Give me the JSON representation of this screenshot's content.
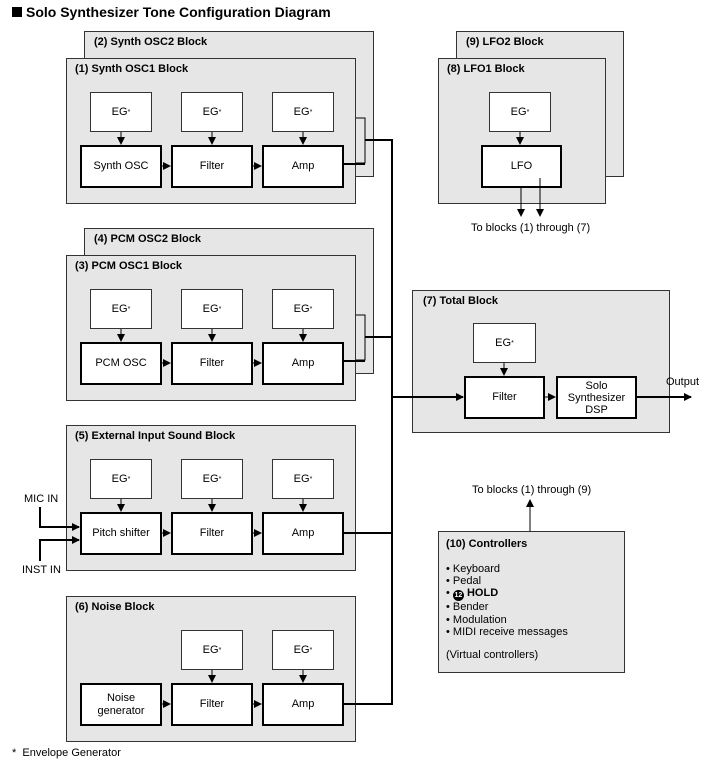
{
  "title": "Solo Synthesizer Tone Configuration Diagram",
  "eg_label": "EG",
  "eg_mark": "*",
  "blocks": {
    "synth_osc2": {
      "title": "(2) Synth OSC2 Block"
    },
    "synth_osc1": {
      "title": "(1) Synth OSC1 Block",
      "source": "Synth OSC",
      "filter": "Filter",
      "amp": "Amp"
    },
    "pcm_osc2": {
      "title": "(4) PCM OSC2 Block"
    },
    "pcm_osc1": {
      "title": "(3) PCM OSC1 Block",
      "source": "PCM OSC",
      "filter": "Filter",
      "amp": "Amp"
    },
    "external": {
      "title": "(5) External Input Sound Block",
      "source": "Pitch shifter",
      "filter": "Filter",
      "amp": "Amp",
      "input1": "MIC IN",
      "input2": "INST IN"
    },
    "noise": {
      "title": "(6) Noise Block",
      "source_line1": "Noise",
      "source_line2": "generator",
      "filter": "Filter",
      "amp": "Amp"
    },
    "lfo2": {
      "title": "(9) LFO2 Block"
    },
    "lfo1": {
      "title": "(8) LFO1 Block",
      "module": "LFO",
      "note": "To blocks (1) through (7)"
    },
    "total": {
      "title": "(7) Total Block",
      "filter": "Filter",
      "dsp_line1": "Solo",
      "dsp_line2": "Synthesizer",
      "dsp_line3": "DSP",
      "output": "Output"
    },
    "controllers": {
      "note": "To blocks (1) through (9)",
      "title": "(10) Controllers",
      "items": [
        "Keyboard",
        "Pedal"
      ],
      "hold_number": "12",
      "hold_label": "HOLD",
      "items2": [
        "Bender",
        "Modulation",
        "MIDI receive messages"
      ],
      "virtual": "(Virtual controllers)"
    }
  },
  "footnote_mark": "*",
  "footnote": "Envelope Generator"
}
